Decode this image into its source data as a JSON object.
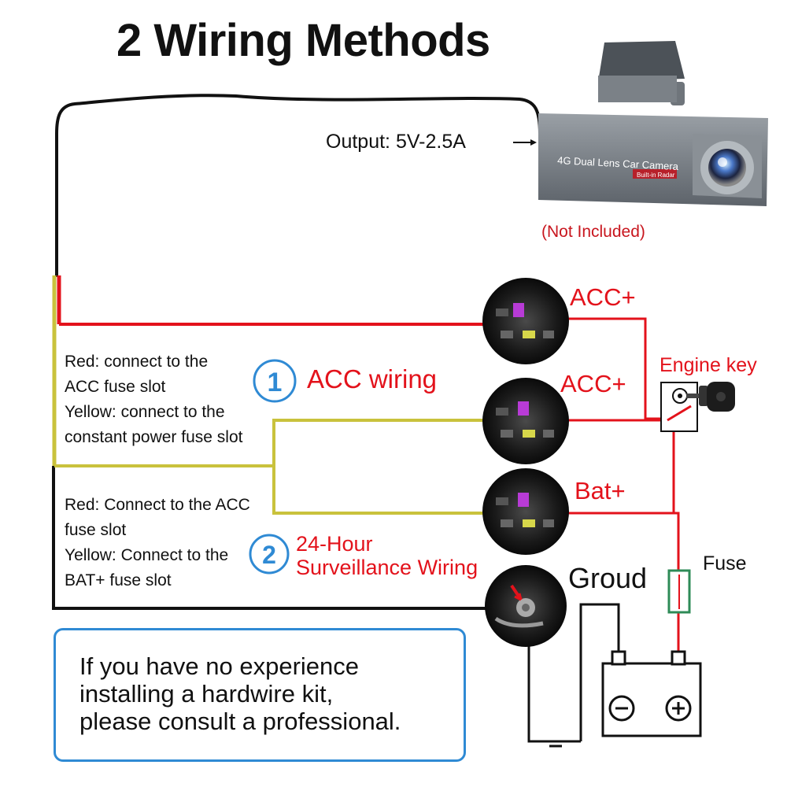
{
  "title": "2 Wiring Methods",
  "camera": {
    "output_label": "Output: 5V-2.5A",
    "brand_text": "4G Dual Lens Car Camera",
    "badge_text": "Built-in Radar",
    "note": "(Not Included)"
  },
  "labels": {
    "acc_plus_1": "ACC+",
    "acc_plus_2": "ACC+",
    "bat_plus": "Bat+",
    "engine_key": "Engine key",
    "fuse": "Fuse",
    "ground": "Groud"
  },
  "method_1": {
    "number": "1",
    "name": "ACC wiring",
    "lines": [
      "Red: connect to the",
      "ACC fuse slot",
      "Yellow: connect to the",
      "constant power fuse slot"
    ]
  },
  "method_2": {
    "number": "2",
    "name_line1": "24-Hour",
    "name_line2": "Surveillance Wiring",
    "lines": [
      "Red: Connect to the ACC",
      "fuse slot",
      "Yellow: Connect to the",
      "BAT+ fuse slot"
    ]
  },
  "warning": {
    "lines": [
      "If you have no experience",
      "installing a hardwire kit,",
      "please consult a professional."
    ]
  },
  "colors": {
    "red_wire": "#e3121b",
    "yellow_wire": "#c9c23c",
    "black_wire": "#111111",
    "fuse_green": "#2e8b57",
    "badge_blue": "#2f8ad4",
    "label_red": "#e3121b"
  },
  "icons": {
    "camera": "dashcam-image",
    "fuse_box": "fuse-box-photo",
    "ground": "ground-bolt-photo",
    "battery": "battery-icon",
    "key": "car-key-icon"
  }
}
